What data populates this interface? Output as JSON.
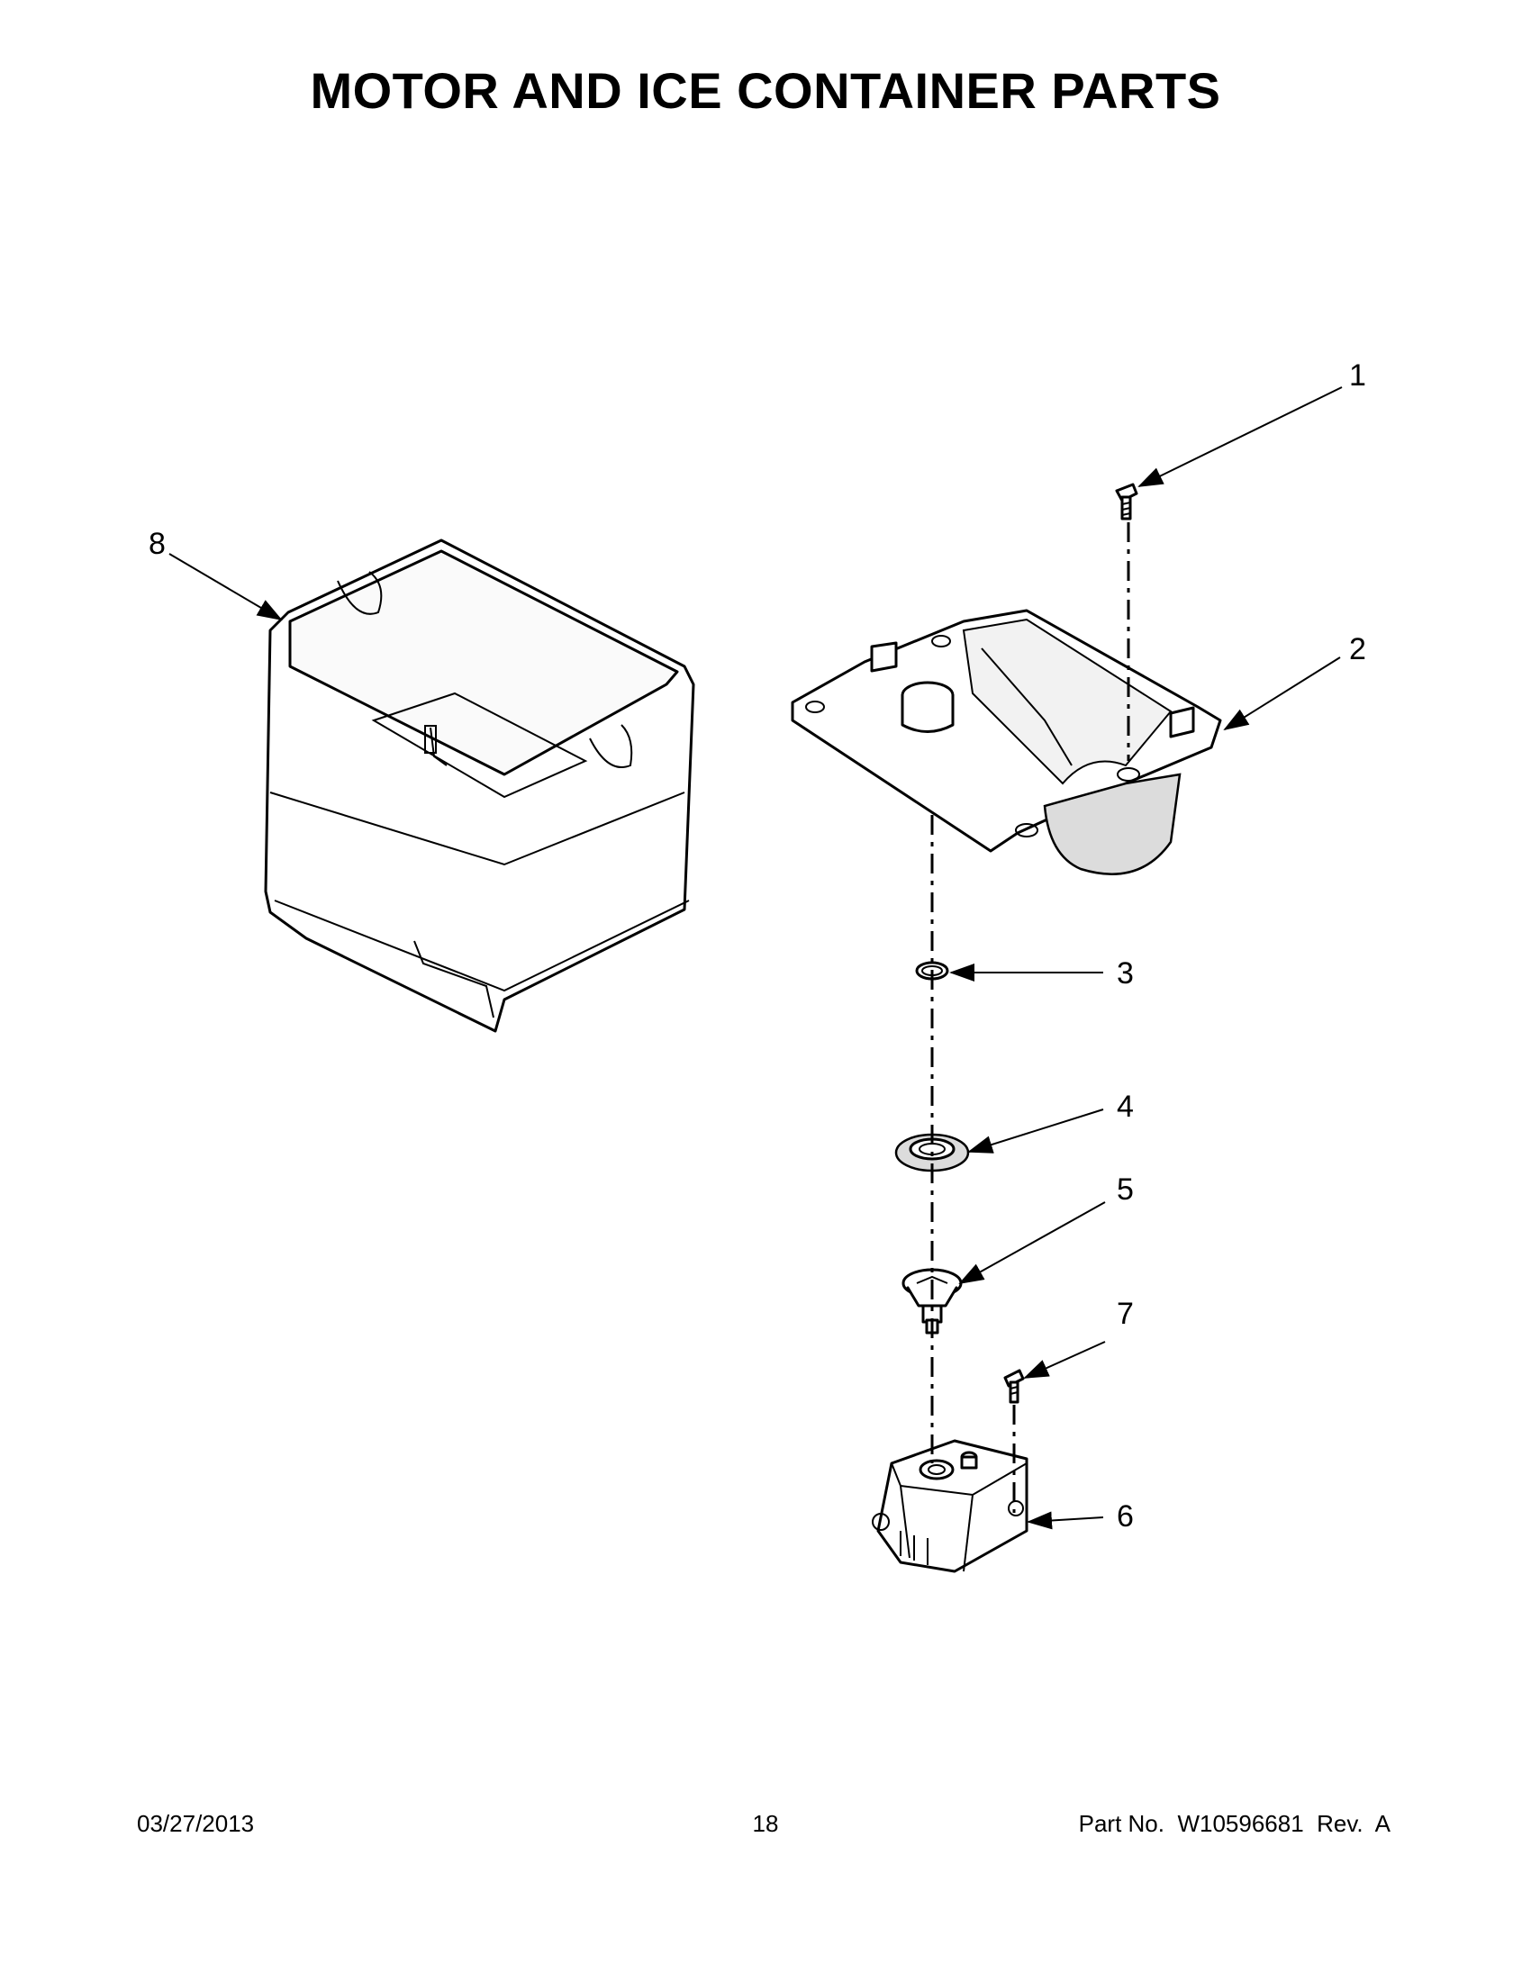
{
  "title": "MOTOR AND ICE CONTAINER PARTS",
  "callouts": [
    "1",
    "2",
    "3",
    "4",
    "5",
    "6",
    "7",
    "8"
  ],
  "footer": {
    "date": "03/27/2013",
    "page": "18",
    "part_no": "Part No.  W10596681  Rev.  A"
  }
}
